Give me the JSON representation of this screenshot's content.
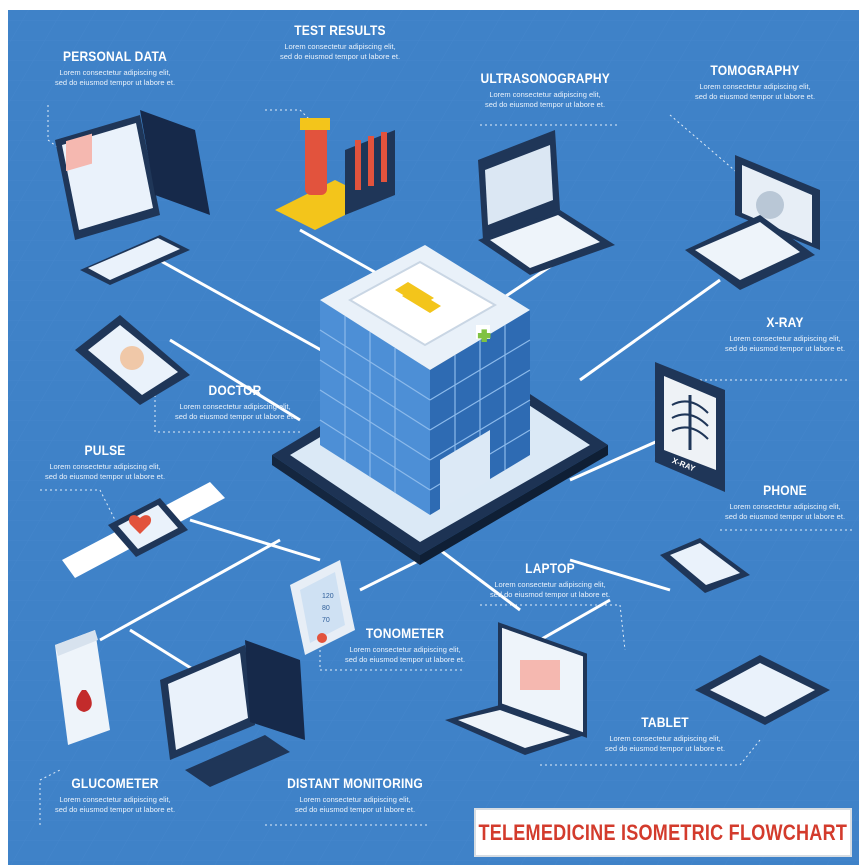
{
  "title": "TELEMEDICINE ISOMETRIC FLOWCHART",
  "placeholder_line1": "Lorem consectetur adipiscing elit,",
  "placeholder_line2": "sed do eiusmod tempor ut labore et.",
  "labels": {
    "personal_data": "PERSONAL DATA",
    "test_results": "TEST RESULTS",
    "ultrasonography": "ULTRASONOGRAPHY",
    "tomography": "TOMOGRAPHY",
    "doctor": "DOCTOR",
    "xray": "X-RAY",
    "pulse": "PULSE",
    "phone": "PHONE",
    "laptop": "LAPTOP",
    "tonometer": "TONOMETER",
    "tablet": "TABLET",
    "glucometer": "GLUCOMETER",
    "distant_monitoring": "DISTANT MONITORING"
  },
  "device_text": {
    "xray_film": "X-RAY",
    "tonometer_values": [
      "120",
      "80",
      "70"
    ]
  },
  "colors": {
    "background": "#3f82c8",
    "title_red": "#d33b2c",
    "device_dark": "#1f3658",
    "helipad_yellow": "#f3c51b"
  }
}
